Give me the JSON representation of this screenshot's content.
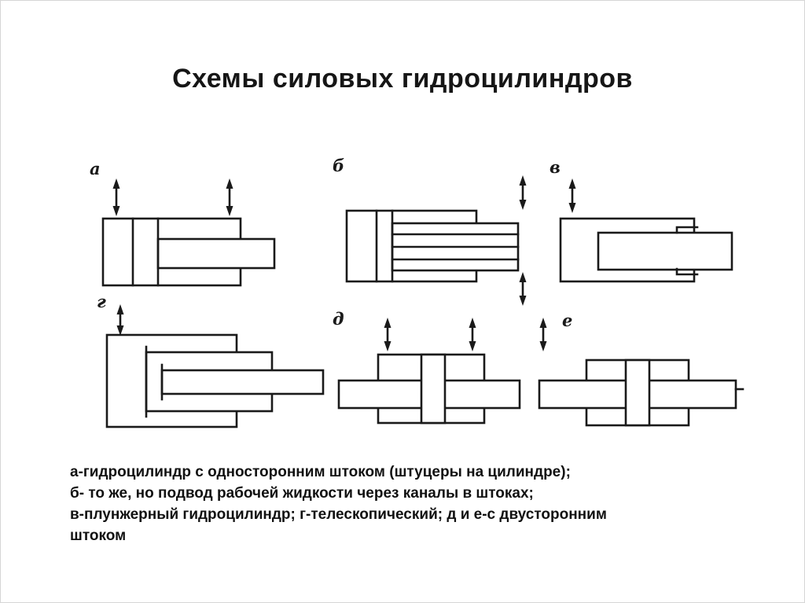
{
  "title": "Схемы силовых гидроцилиндров",
  "figures": [
    {
      "label": "а"
    },
    {
      "label": "б"
    },
    {
      "label": "в"
    },
    {
      "label": "г"
    },
    {
      "label": "д"
    },
    {
      "label": "е"
    }
  ],
  "caption": {
    "lines": [
      "а-гидроцилиндр с односторонним  штоком  (штуцеры  на цилиндре);",
      "б- то же, но подвод рабочей жидкости через каналы в штоках;",
      "в-плунжерный  гидроцилиндр;  г-телескопический;  д и е-с двусторонним",
      "штоком"
    ]
  },
  "colors": {
    "ink": "#1a1a1a",
    "background": "#ffffff"
  }
}
